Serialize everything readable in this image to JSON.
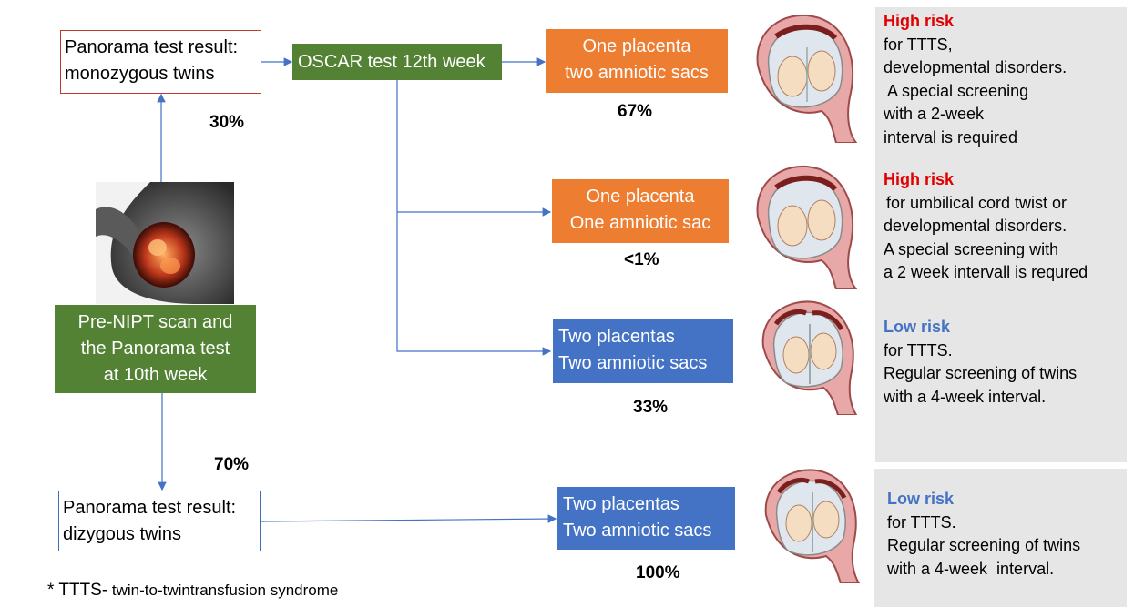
{
  "nodes": {
    "panorama_mono": {
      "lines": [
        "Panorama test result:",
        "monozygous twins"
      ]
    },
    "oscar": {
      "label": "OSCAR test 12th week"
    },
    "one_placenta_two_sacs": {
      "lines": [
        "One placenta",
        "two amniotic sacs"
      ]
    },
    "one_placenta_one_sac": {
      "lines": [
        "One placenta",
        "One amniotic sac"
      ]
    },
    "two_placentas_a": {
      "lines": [
        "Two placentas",
        "Two amniotic sacs"
      ]
    },
    "pre_nipt": {
      "lines": [
        "Pre-NIPT scan and",
        "the Panorama test",
        "at 10th week"
      ]
    },
    "panorama_di": {
      "lines": [
        "Panorama test result:",
        "dizygous twins"
      ]
    },
    "two_placentas_b": {
      "lines": [
        "Two placentas",
        "Two amniotic sacs"
      ]
    }
  },
  "percentages": {
    "mono": "30%",
    "di": "70%",
    "one_two": "67%",
    "one_one": "<1%",
    "two_two": "33%",
    "di_two": "100%"
  },
  "risks": [
    {
      "level": "High risk",
      "lines": [
        "for TTTS,",
        "developmental disorders.",
        " A special screening",
        "with a 2-week",
        "interval is required"
      ]
    },
    {
      "level": "High risk",
      "lines": [
        "for umbilical cord twist or",
        "developmental disorders.",
        "A special screening with",
        "a 2 week intervall is requred"
      ]
    },
    {
      "level": "Low risk",
      "lines": [
        "for TTTS.",
        "Regular screening of twins",
        "with a 4-week interval."
      ]
    },
    {
      "level": "Low risk",
      "lines": [
        "for TTTS.",
        "Regular screening of twins",
        "with a 4-week  interval."
      ]
    }
  ],
  "footnote": {
    "star": "* TTTS-",
    "text": " twin-to-twintransfusion syndrome"
  },
  "icons": {
    "pregnancy_photo": "pregnant-belly-icon",
    "uterus": "twin-uterus-icon"
  },
  "colors": {
    "green": "#548235",
    "orange": "#ed7d31",
    "blue": "#4472c4",
    "high_risk": "#e00000",
    "low_risk": "#4472c4",
    "panel": "#e6e6e6",
    "connector": "#4472c4"
  }
}
